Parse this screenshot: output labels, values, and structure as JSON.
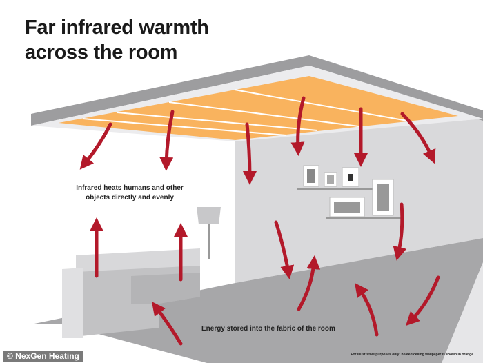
{
  "title_line1": "Far infrared warmth",
  "title_line2": "across the room",
  "caption_heat": "Infrared heats humans and other objects directly and evenly",
  "caption_energy": "Energy stored into the fabric of the room",
  "footnote": "For illustrative purposes only; heated ceiling wallpaper is shown in orange",
  "credit": "© NexGen Heating",
  "colors": {
    "panel": "#f9b35e",
    "arrow": "#b3192a",
    "wall_right": "#d9d9db",
    "floor": "#a7a7a9"
  }
}
